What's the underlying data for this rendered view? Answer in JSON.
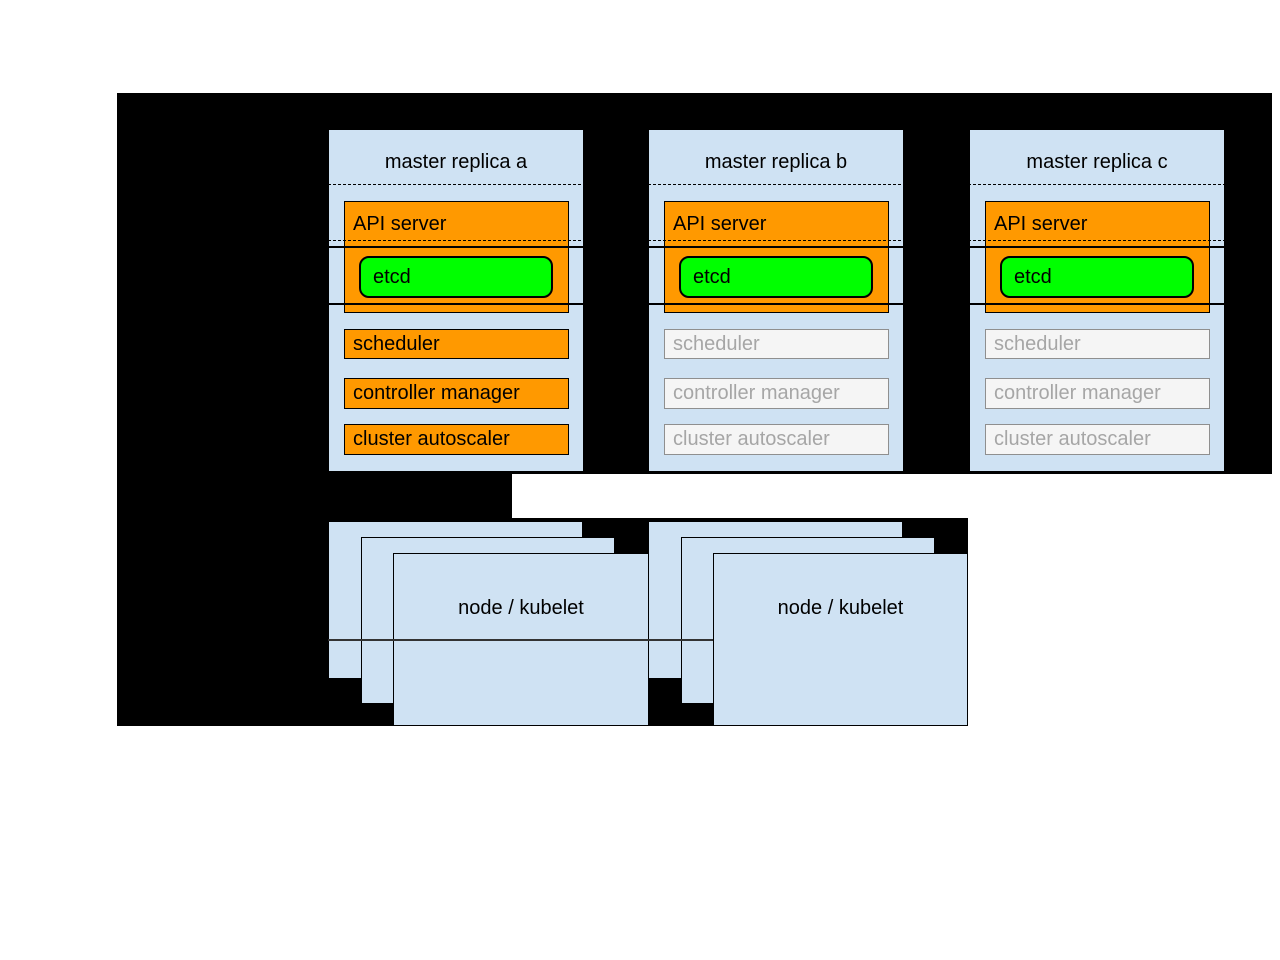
{
  "colors": {
    "backdrop": "#000000",
    "box_fill": "#cfe2f3",
    "active_fill": "#ff9900",
    "etcd_fill": "#00ff00",
    "standby_fill": "#f5f5f5",
    "standby_text": "#a6a6a6",
    "text": "#000000"
  },
  "masters": [
    {
      "title": "master replica a",
      "state": "active",
      "components": {
        "api_server": "API server",
        "etcd": "etcd",
        "scheduler": "scheduler",
        "controller_manager": "controller manager",
        "cluster_autoscaler": "cluster autoscaler"
      }
    },
    {
      "title": "master replica b",
      "state": "standby",
      "components": {
        "api_server": "API server",
        "etcd": "etcd",
        "scheduler": "scheduler",
        "controller_manager": "controller manager",
        "cluster_autoscaler": "cluster autoscaler"
      }
    },
    {
      "title": "master replica c",
      "state": "standby",
      "components": {
        "api_server": "API server",
        "etcd": "etcd",
        "scheduler": "scheduler",
        "controller_manager": "controller manager",
        "cluster_autoscaler": "cluster autoscaler"
      }
    }
  ],
  "node_groups": [
    {
      "label": "node / kubelet"
    },
    {
      "label": "node / kubelet"
    }
  ]
}
